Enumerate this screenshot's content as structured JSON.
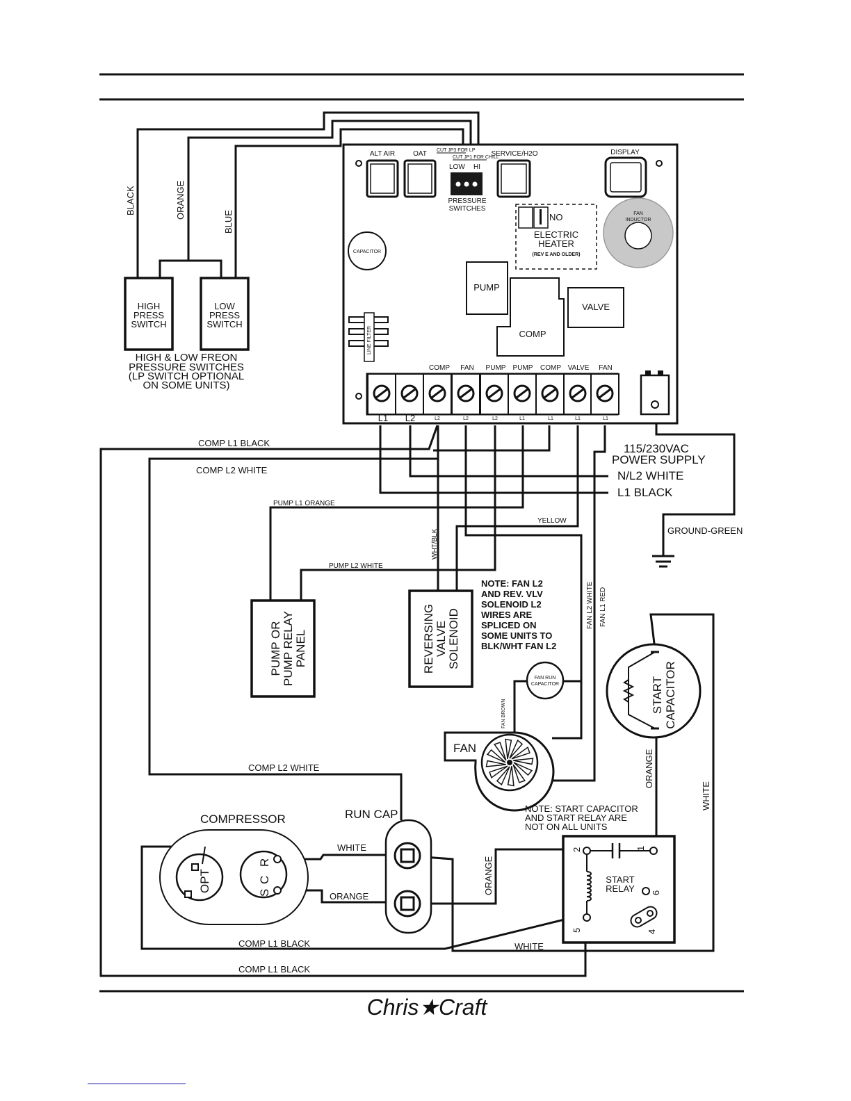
{
  "board": {
    "connectors": [
      "ALT AIR",
      "OAT",
      "SERVICE/H2O",
      "DISPLAY"
    ],
    "jumper_notes": [
      "CUT JP3 FOR LP",
      "CUT JP1 FOR CHILL"
    ],
    "pressure_low": "LOW",
    "pressure_hi": "HI",
    "pressure_label": [
      "PRESSURE",
      "SWITCHES"
    ],
    "heater_no": "NO",
    "heater_label": [
      "ELECTRIC",
      "HEATER"
    ],
    "heater_note": "(REV E AND OLDER)",
    "fan_inductor": [
      "FAN",
      "INDUCTOR"
    ],
    "capacitor": "CAPACITOR",
    "line_filter": "LINE FILTER",
    "relays": {
      "pump": "PUMP",
      "comp": "COMP",
      "valve": "VALVE"
    },
    "terminal_top": [
      "COMP",
      "FAN",
      "PUMP",
      "PUMP",
      "COMP",
      "VALVE",
      "FAN"
    ],
    "terminal_bottom": [
      "L1",
      "L2",
      "L2",
      "L2",
      "L2",
      "L1",
      "L1",
      "L1",
      "L1"
    ]
  },
  "switch_wires": [
    "BLACK",
    "ORANGE",
    "BLUE"
  ],
  "switches": {
    "high": [
      "HIGH",
      "PRESS",
      "SWITCH"
    ],
    "low": [
      "LOW",
      "PRESS",
      "SWITCH"
    ],
    "caption": [
      "HIGH & LOW FREON",
      "PRESSURE SWITCHES",
      "(LP SWITCH OPTIONAL",
      "ON SOME UNITS)"
    ]
  },
  "power": {
    "title": [
      "115/230VAC",
      "POWER SUPPLY"
    ],
    "n_l2": "N/L2 WHITE",
    "l1": "L1 BLACK",
    "ground": "GROUND-GREEN"
  },
  "wire_labels": {
    "comp_l1_black": "COMP L1 BLACK",
    "comp_l2_white": "COMP L2 WHITE",
    "pump_l1_orange": "PUMP L1 ORANGE",
    "pump_l2_white": "PUMP L2 WHITE",
    "yellow": "YELLOW",
    "wht_blk": "WHT/BLK",
    "fan_l2_white": "FAN L2 WHITE",
    "fan_l1_red": "FAN L1 RED",
    "fan_brown": "FAN BROWN",
    "white": "WHITE",
    "orange": "ORANGE"
  },
  "components": {
    "pump_panel": [
      "PUMP OR",
      "PUMP RELAY",
      "PANEL"
    ],
    "rev_valve": [
      "REVERSING",
      "VALVE",
      "SOLENOID"
    ],
    "fan_run_cap": [
      "FAN RUN",
      "CAPACITOR"
    ],
    "fan": "FAN",
    "start_cap": [
      "START",
      "CAPACITOR"
    ],
    "compressor": "COMPRESSOR",
    "opt": "OPT",
    "run_cap": "RUN CAP",
    "start_relay": [
      "START",
      "RELAY"
    ],
    "relay_terminals": [
      "2",
      "1",
      "6",
      "5",
      "4"
    ],
    "comp_terminals": [
      "C",
      "R",
      "S"
    ]
  },
  "notes": {
    "fan_note": [
      "NOTE: FAN L2",
      "AND REV. VLV",
      "SOLENOID L2",
      "WIRES ARE",
      "SPLICED ON",
      "SOME UNITS TO",
      "BLK/WHT FAN L2"
    ],
    "start_note": [
      "NOTE: START CAPACITOR",
      "AND START RELAY ARE",
      "NOT ON ALL UNITS"
    ]
  },
  "footer_logo": "Chris★Craft"
}
